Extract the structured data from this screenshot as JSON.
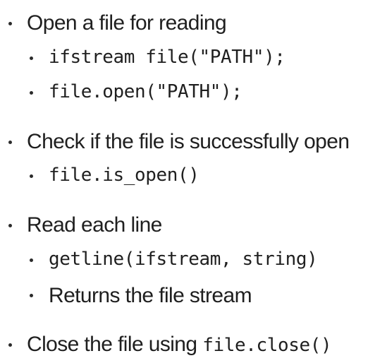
{
  "items": [
    {
      "text": "Open a file for reading",
      "children": [
        {
          "code": "ifstream file(\"PATH\");"
        },
        {
          "code": "file.open(\"PATH\");"
        }
      ]
    },
    {
      "text": "Check if the file is successfully open",
      "children": [
        {
          "code": "file.is_open()"
        }
      ]
    },
    {
      "text": "Read each line",
      "children": [
        {
          "code": "getline(ifstream, string)"
        },
        {
          "text": "Returns the file stream"
        }
      ]
    },
    {
      "text_prefix": "Close the file using ",
      "code": "file.close()"
    }
  ]
}
